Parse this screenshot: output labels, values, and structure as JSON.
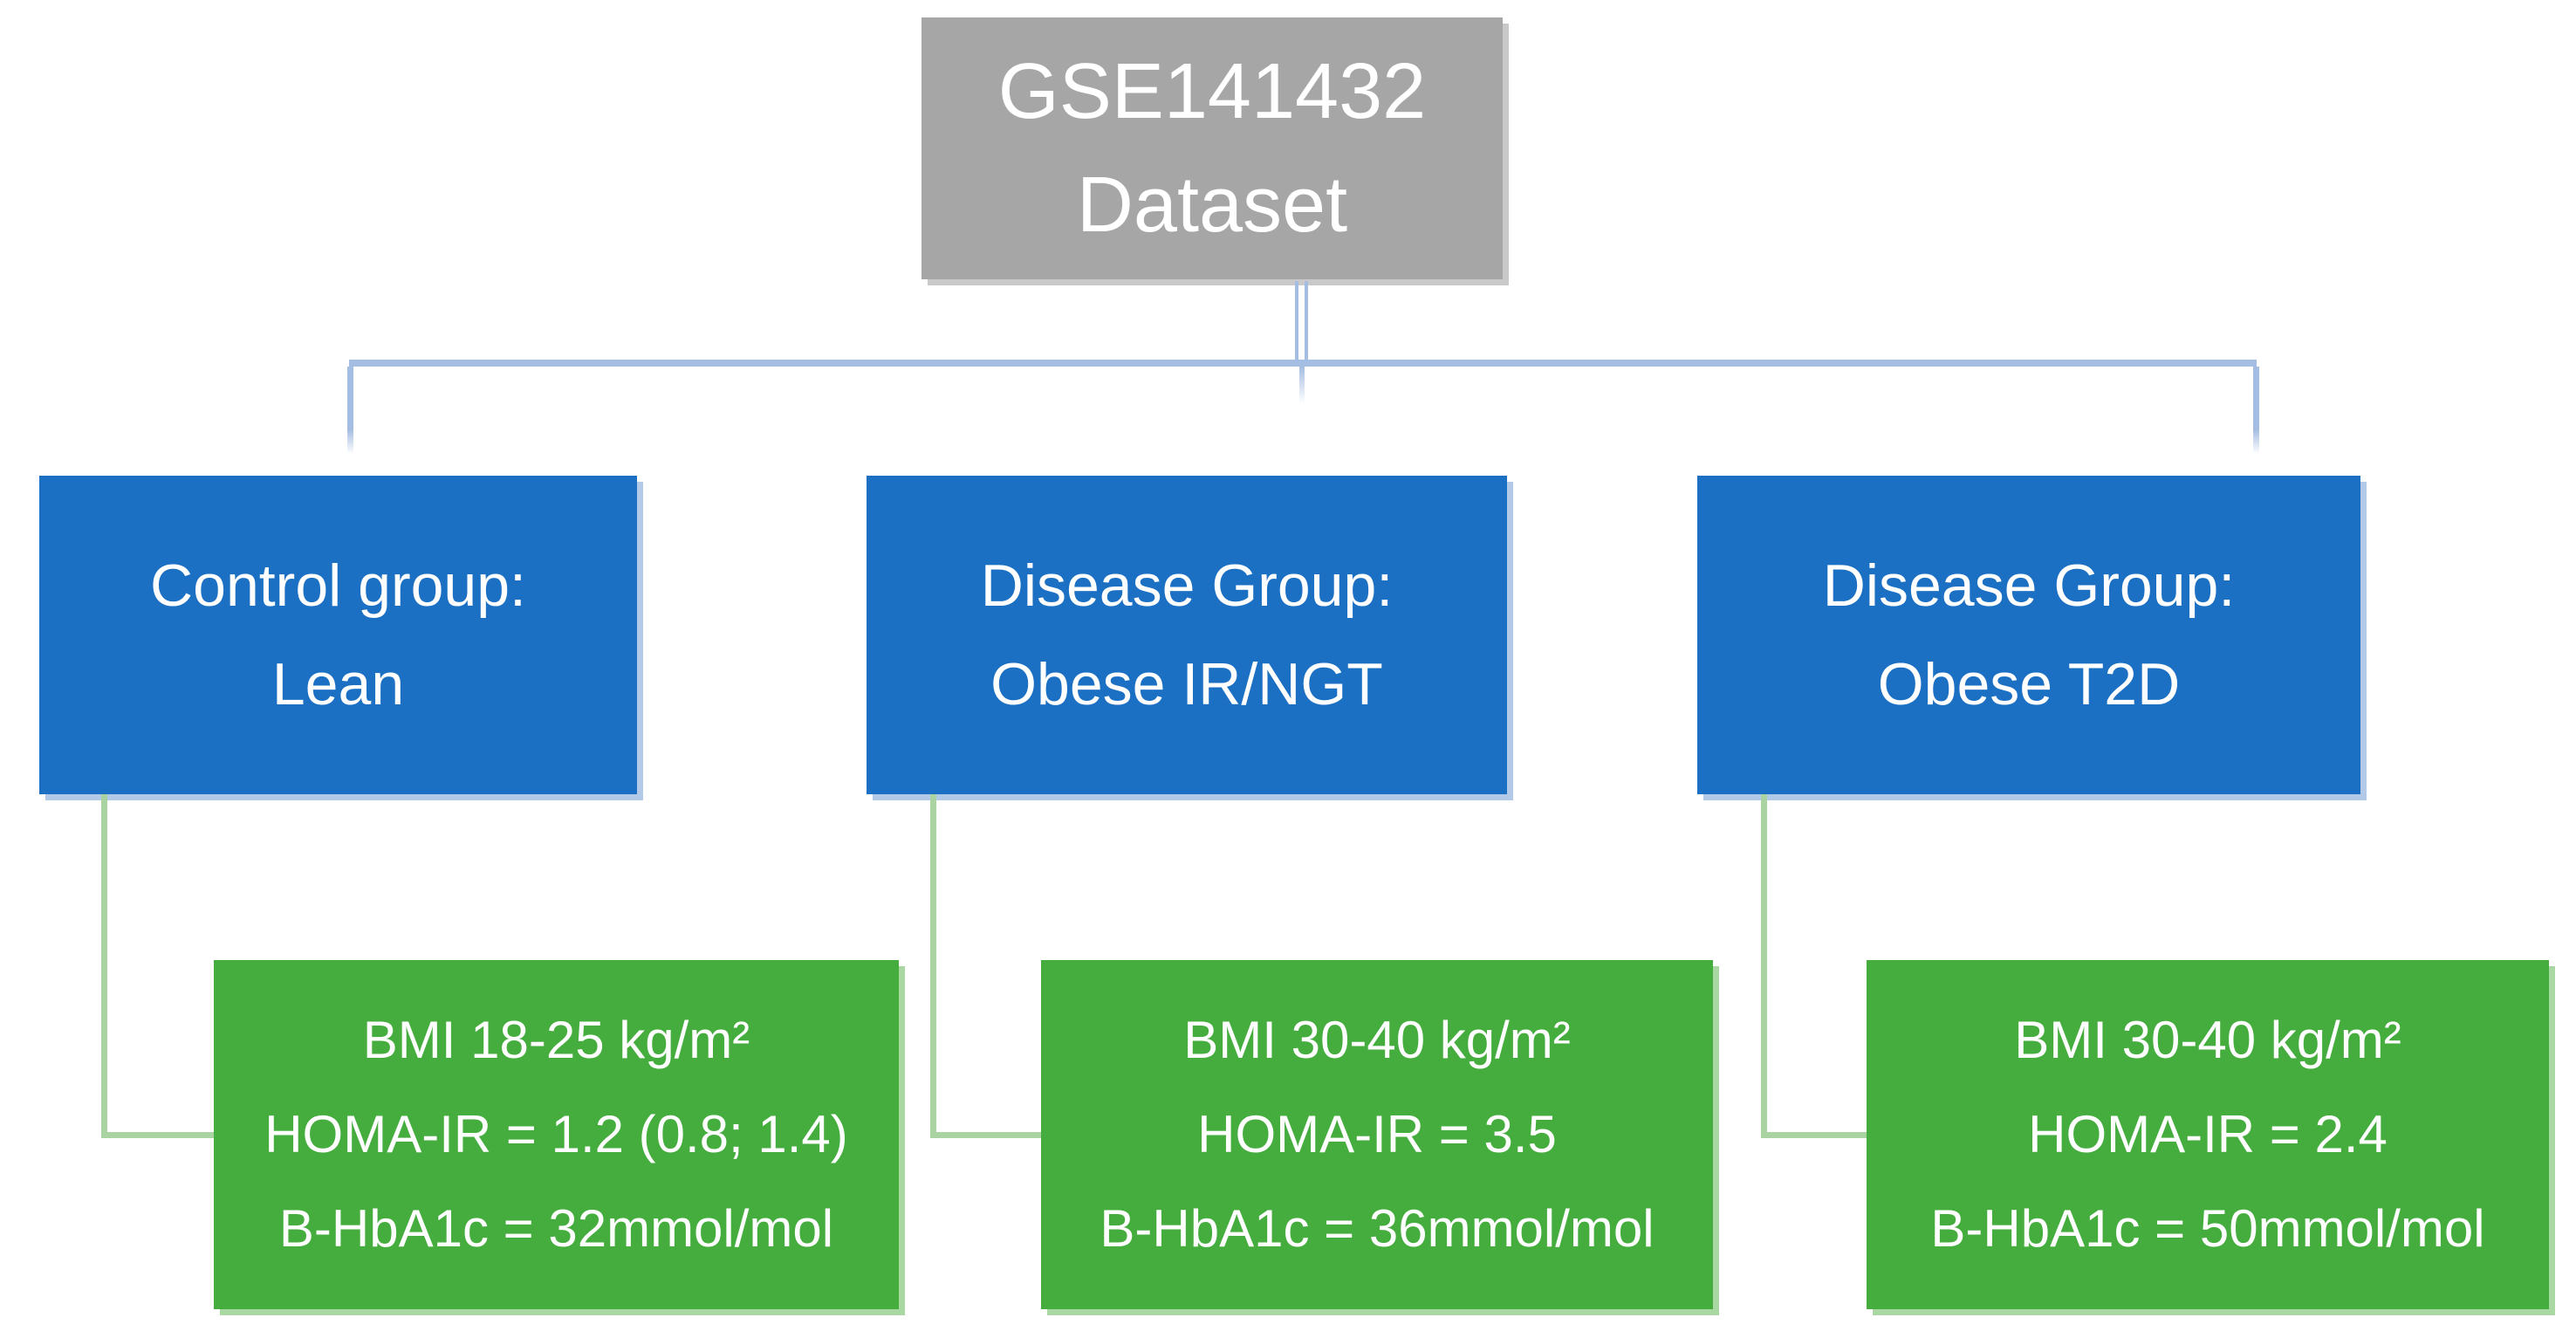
{
  "colors": {
    "background": "#FFFFFF",
    "dataset_box_fill": "#A6A6A6",
    "dataset_box_shadow": "#C9C9C9",
    "group_box_fill": "#1B70C4",
    "group_box_shadow": "#B3C9E8",
    "criteria_box_fill": "#45AD3E",
    "criteria_box_shadow": "#A9D8A2",
    "tree_connector": "#A4BDE2",
    "criteria_connector": "#A9D3A0",
    "text": "#FFFFFF"
  },
  "dataset": {
    "line1": "GSE141432",
    "line2": "Dataset"
  },
  "groups": [
    {
      "label_line1": "Control group:",
      "label_line2": "Lean",
      "criteria": [
        "BMI 18-25 kg/m²",
        "HOMA-IR = 1.2 (0.8; 1.4)",
        "B-HbA1c = 32mmol/mol"
      ]
    },
    {
      "label_line1": "Disease Group:",
      "label_line2": "Obese IR/NGT",
      "criteria": [
        "BMI 30-40 kg/m²",
        "HOMA-IR = 3.5",
        "B-HbA1c = 36mmol/mol"
      ]
    },
    {
      "label_line1": "Disease Group:",
      "label_line2": "Obese T2D",
      "criteria": [
        "BMI 30-40 kg/m²",
        "HOMA-IR = 2.4",
        "B-HbA1c = 50mmol/mol"
      ]
    }
  ]
}
